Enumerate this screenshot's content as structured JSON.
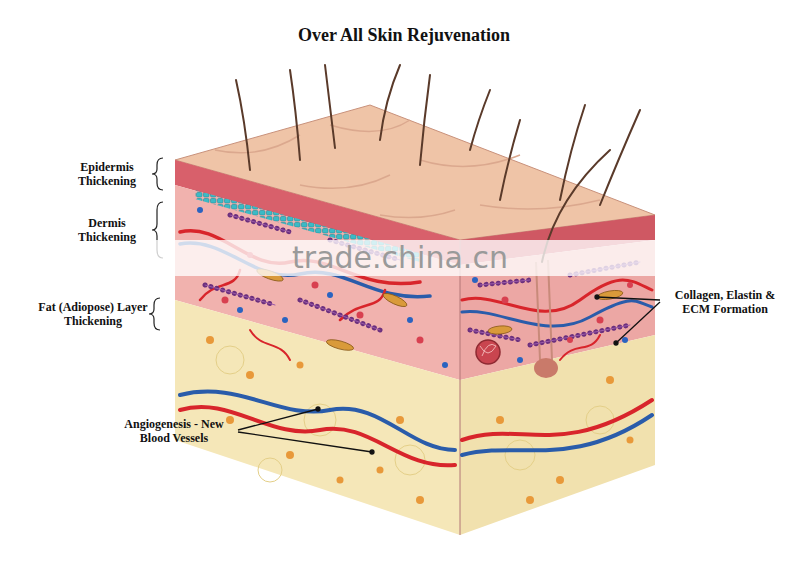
{
  "diagram": {
    "title": "Over All Skin Rejuvenation",
    "labels": [
      "Epidermis Thickening",
      "Dermis Thickening",
      "trade.china.cn",
      "Collagen, Elastin & ECM Formation",
      "Fat (Adiopose) Layer Thickening",
      "Angiogenesis - New Blood Vessels"
    ]
  }
}
